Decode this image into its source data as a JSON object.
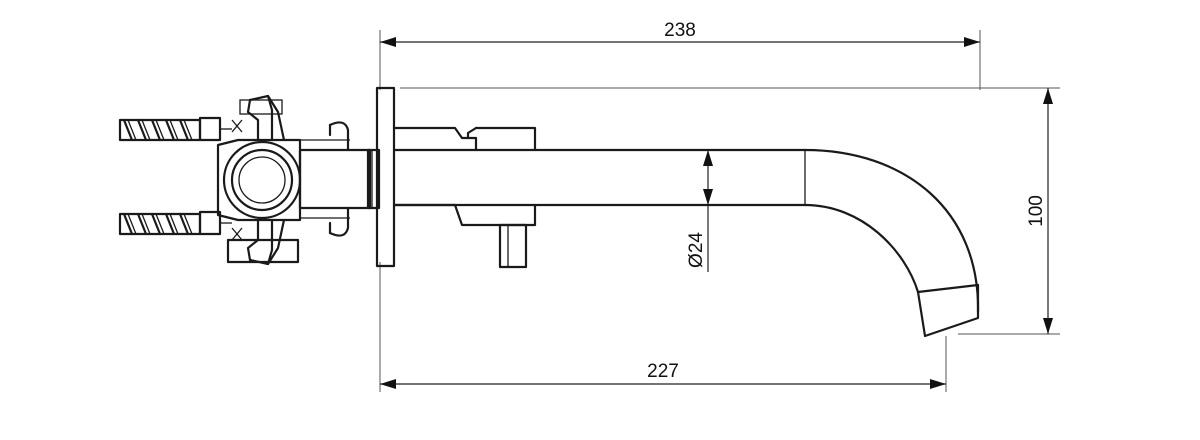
{
  "dimensions": {
    "top_length": "238",
    "bottom_length": "227",
    "height": "100",
    "pipe_diameter": "Ø24"
  }
}
